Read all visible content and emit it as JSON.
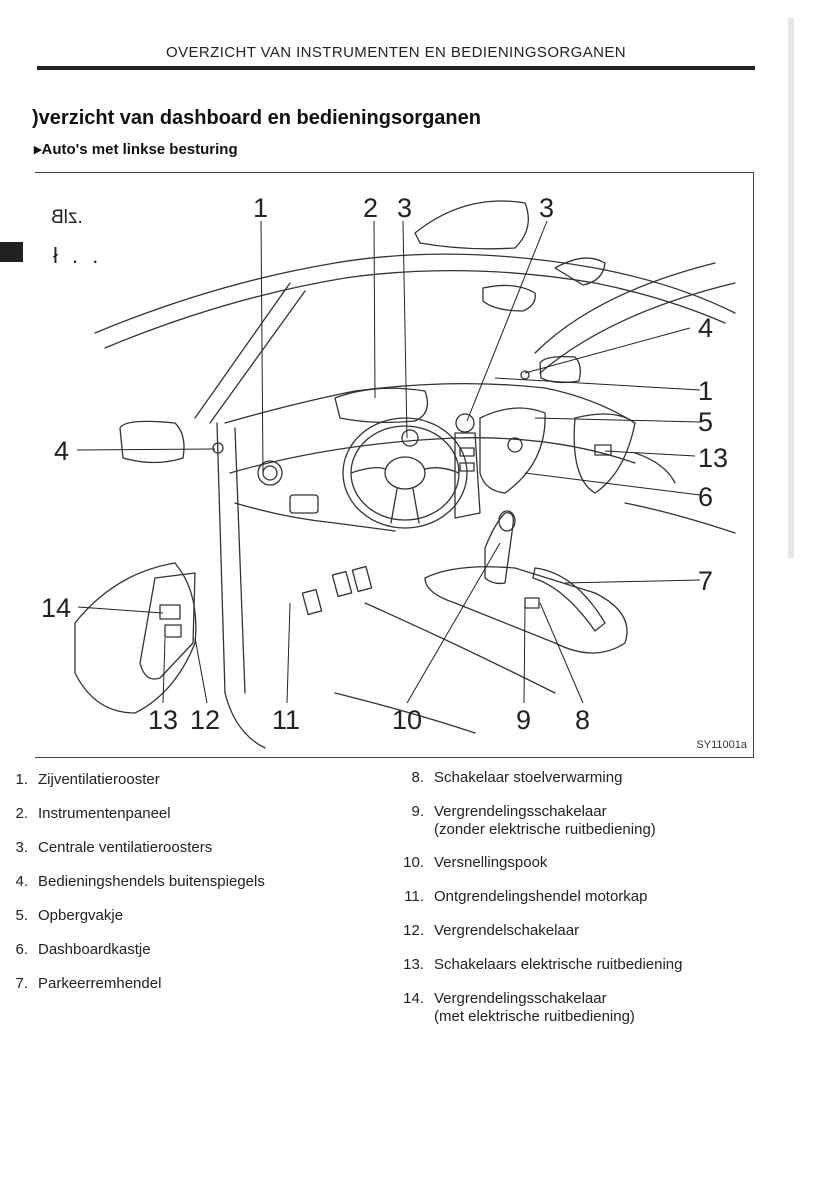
{
  "page": {
    "header": "OVERZICHT VAN INSTRUMENTEN EN BEDIENINGSORGANEN",
    "title": ")verzicht van dashboard en bedieningsorganen",
    "subtitle": "▸Auto's met linkse besturing"
  },
  "figure": {
    "code": "SY11001a",
    "mirror_text_1": ".zlB",
    "mirror_text_2": "ł . .",
    "callouts": {
      "c1_top": "1",
      "c2_top": "2",
      "c3_top_a": "3",
      "c3_top_b": "3",
      "c4_right": "4",
      "c1_right": "1",
      "c5_right": "5",
      "c13_right": "13",
      "c6_right": "6",
      "c7_right": "7",
      "c4_left": "4",
      "c14_left": "14",
      "c13_bottom": "13",
      "c12_bottom": "12",
      "c11_bottom": "11",
      "c10_bottom": "10",
      "c9_bottom": "9",
      "c8_bottom": "8"
    }
  },
  "legend_left": [
    {
      "num": "1.",
      "text": "Zijventilatierooster"
    },
    {
      "num": "2.",
      "text": "Instrumentenpaneel"
    },
    {
      "num": "3.",
      "text": "Centrale ventilatieroosters"
    },
    {
      "num": "4.",
      "text": "Bedieningshendels buitenspiegels"
    },
    {
      "num": "5.",
      "text": "Opbergvakje"
    },
    {
      "num": "6.",
      "text": "Dashboardkastje"
    },
    {
      "num": "7.",
      "text": "Parkeerremhendel"
    }
  ],
  "legend_right": [
    {
      "num": "8.",
      "text": "Schakelaar stoelverwarming",
      "text2": ""
    },
    {
      "num": "9.",
      "text": "Vergrendelingsschakelaar",
      "text2": "(zonder elektrische ruitbediening)"
    },
    {
      "num": "10.",
      "text": "Versnellingspook",
      "text2": ""
    },
    {
      "num": "11.",
      "text": "Ontgrendelingshendel motorkap",
      "text2": ""
    },
    {
      "num": "12.",
      "text": "Vergrendelschakelaar",
      "text2": ""
    },
    {
      "num": "13.",
      "text": "Schakelaars elektrische ruitbediening",
      "text2": ""
    },
    {
      "num": "14.",
      "text": "Vergrendelingsschakelaar",
      "text2": "(met elektrische ruitbediening)"
    }
  ]
}
